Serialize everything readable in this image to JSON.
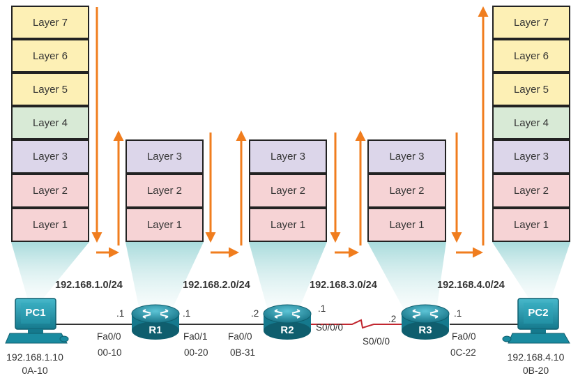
{
  "stacks": [
    {
      "id": "pc1",
      "layers": [
        "Layer 7",
        "Layer 6",
        "Layer 5",
        "Layer 4",
        "Layer 3",
        "Layer 2",
        "Layer 1"
      ]
    },
    {
      "id": "r1",
      "layers": [
        "Layer 3",
        "Layer 2",
        "Layer 1"
      ]
    },
    {
      "id": "r2",
      "layers": [
        "Layer 3",
        "Layer 2",
        "Layer 1"
      ]
    },
    {
      "id": "r3",
      "layers": [
        "Layer 3",
        "Layer 2",
        "Layer 1"
      ]
    },
    {
      "id": "pc2",
      "layers": [
        "Layer 7",
        "Layer 6",
        "Layer 5",
        "Layer 4",
        "Layer 3",
        "Layer 2",
        "Layer 1"
      ]
    }
  ],
  "networks": [
    "192.168.1.0/24",
    "192.168.2.0/24",
    "192.168.3.0/24",
    "192.168.4.0/24"
  ],
  "devices": {
    "pc1": {
      "label": "PC1",
      "ip": "192.168.1.10",
      "mac": "0A-10"
    },
    "pc2": {
      "label": "PC2",
      "ip": "192.168.4.10",
      "mac": "0B-20"
    },
    "r1": {
      "label": "R1"
    },
    "r2": {
      "label": "R2"
    },
    "r3": {
      "label": "R3"
    }
  },
  "interfaces": {
    "r1_left": {
      "host": ".1",
      "name": "Fa0/0",
      "mac": "00-10"
    },
    "r1_right": {
      "host": ".1",
      "name": "Fa0/1",
      "mac": "00-20"
    },
    "r2_left": {
      "host": ".2",
      "name": "Fa0/0",
      "mac": "0B-31"
    },
    "r2_right": {
      "host": ".1",
      "name": "S0/0/0"
    },
    "r3_left": {
      "host": ".2",
      "name": "S0/0/0"
    },
    "r3_right": {
      "host": ".1",
      "name": "Fa0/0",
      "mac": "0C-22"
    }
  },
  "colors": {
    "arrow": "#f07d1e",
    "cone": "#8fcfd0",
    "device": "#1f93a8",
    "ethernet": "#333333",
    "serial": "#c1262f"
  }
}
